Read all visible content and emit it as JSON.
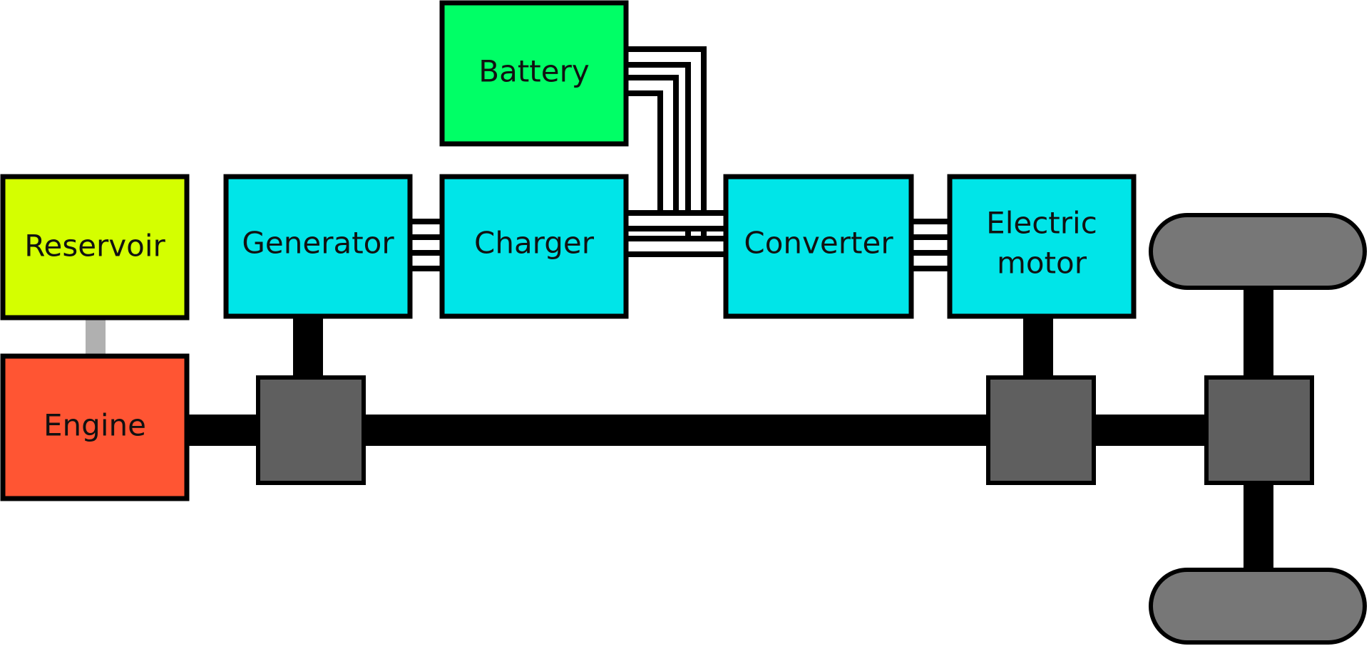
{
  "nodes": {
    "reservoir": {
      "label": "Reservoir",
      "color": "#d4ff00"
    },
    "engine": {
      "label": "Engine",
      "color": "#ff5533"
    },
    "generator": {
      "label": "Generator",
      "color": "#00e5e8"
    },
    "charger": {
      "label": "Charger",
      "color": "#00e5e8"
    },
    "battery": {
      "label": "Battery",
      "color": "#00ff66"
    },
    "converter": {
      "label": "Converter",
      "color": "#00e5e8"
    },
    "electric_motor": {
      "label_line1": "Electric",
      "label_line2": "motor",
      "color": "#00e5e8"
    }
  },
  "components": {
    "gearbox_color": "#5f5f5f",
    "wheel_color": "#777777",
    "shaft_color": "#000000",
    "fuel_line_color": "#b0b0b0"
  },
  "edges": [
    {
      "from": "Reservoir",
      "to": "Engine",
      "kind": "fuel line"
    },
    {
      "from": "Engine",
      "to": "gearbox-1",
      "kind": "shaft"
    },
    {
      "from": "Generator",
      "to": "gearbox-1",
      "kind": "shaft"
    },
    {
      "from": "Generator",
      "to": "Charger",
      "kind": "wires"
    },
    {
      "from": "Charger",
      "to": "Battery",
      "kind": "wires"
    },
    {
      "from": "Charger",
      "to": "Converter",
      "kind": "wires"
    },
    {
      "from": "Converter",
      "to": "Electric motor",
      "kind": "wires"
    },
    {
      "from": "Electric motor",
      "to": "gearbox-2",
      "kind": "shaft"
    },
    {
      "from": "gearbox-2",
      "to": "differential",
      "kind": "shaft"
    },
    {
      "from": "differential",
      "to": "wheels",
      "kind": "axle"
    }
  ]
}
